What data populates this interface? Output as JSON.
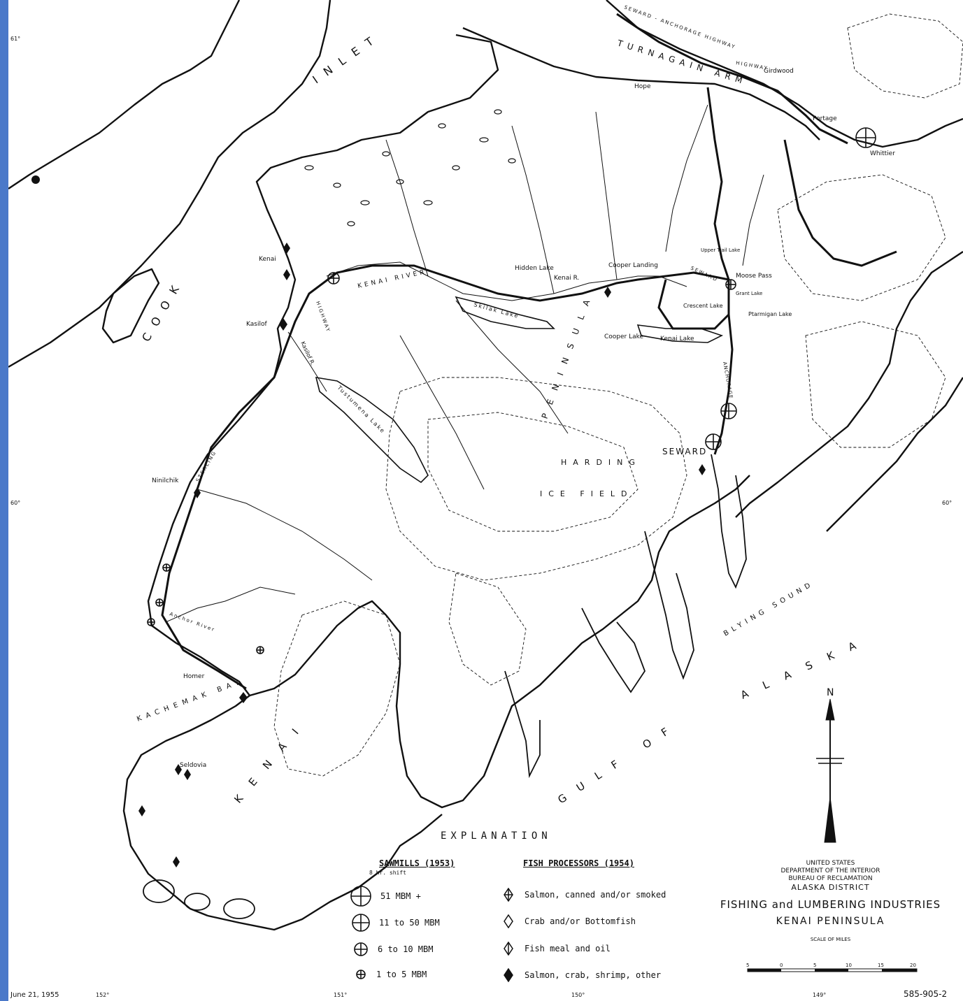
{
  "colors": {
    "frame": "#4b79c9",
    "ink": "#111111"
  },
  "water_labels": {
    "cook_inlet_top": "INLET",
    "cook": "COOK",
    "turnagain_arm": "TURNAGAIN ARM",
    "kachemak_bay": "KACHEMAK BAY",
    "gulf_of_alaska_1": "GULF OF",
    "gulf_of_alaska_2": "ALASKA",
    "blying_sound": "BLYING SOUND",
    "harding_1": "HARDING",
    "harding_2": "ICE FIELD",
    "kenai_1": "KENAI",
    "kenai_2": "PENINSULA"
  },
  "places": {
    "girdwood": "Girdwood",
    "hope": "Hope",
    "portage": "Portage",
    "whittier": "Whittier",
    "kenai": "Kenai",
    "kasilof": "Kasilof",
    "ninilchik": "Ninilchik",
    "homer": "Homer",
    "seldovia": "Seldovia",
    "seward": "SEWARD",
    "moose_pass": "Moose Pass",
    "hidden_lake": "Hidden Lake",
    "kenai_river_label": "Kenai R.",
    "cooper_landing": "Cooper Landing",
    "cooper_lake": "Cooper Lake",
    "kenai_lake": "Kenai Lake",
    "upper_trail_lake": "Upper Trail Lake",
    "crescent_lake": "Crescent Lake",
    "grant_lake": "Grant Lake",
    "ptarmigan_lake": "Ptarmigan Lake",
    "skilak_lake": "Skilak Lake",
    "tustumena_lake": "Tustumena Lake",
    "kenai_river": "KENAI RIVER",
    "kasilof_river": "Kasilof R.",
    "anchor_river": "Anchor River",
    "seward_anchorage_hwy": "SEWARD - ANCHORAGE HIGHWAY",
    "sterling_hwy": "STERLING",
    "highway": "HIGHWAY",
    "seward_hwy": "SEWARD",
    "anchorage_hwy": "ANCHORAGE"
  },
  "graticule": {
    "lat_61": "61°",
    "lat_60": "60°",
    "lat_60_right": "60°",
    "lon_152": "152°",
    "lon_151": "151°",
    "lon_150": "150°",
    "lon_149": "149°"
  },
  "explanation": {
    "title": "EXPLANATION",
    "sawmills": {
      "heading": "SAWMILLS (1953)",
      "subheading": "8 hr. shift",
      "items": [
        {
          "label": "51 MBM +",
          "symbol": "circle-cross-xl"
        },
        {
          "label": "11 to 50 MBM",
          "symbol": "circle-cross-lg"
        },
        {
          "label": "6 to 10 MBM",
          "symbol": "circle-cross-md"
        },
        {
          "label": "1 to 5 MBM",
          "symbol": "circle-cross-sm"
        }
      ]
    },
    "fish": {
      "heading": "FISH PROCESSORS (1954)",
      "items": [
        {
          "label": "Salmon, canned and/or smoked",
          "symbol": "diamond-crossed"
        },
        {
          "label": "Crab and/or Bottomfish",
          "symbol": "diamond-open"
        },
        {
          "label": "Fish meal and oil",
          "symbol": "diamond-split"
        },
        {
          "label": "Salmon, crab, shrimp, other",
          "symbol": "diamond-solid"
        }
      ]
    }
  },
  "title_block": {
    "agency_1": "UNITED STATES",
    "agency_2": "DEPARTMENT OF THE INTERIOR",
    "agency_3": "BUREAU OF RECLAMATION",
    "district": "ALASKA DISTRICT",
    "title": "FISHING and LUMBERING INDUSTRIES",
    "subtitle": "KENAI PENINSULA",
    "scale_label": "SCALE OF MILES",
    "scale_ticks": [
      "5",
      "0",
      "5",
      "10",
      "15",
      "20"
    ]
  },
  "north_label": "N",
  "date": "June 21, 1955",
  "drawing_number": "585-905-2"
}
